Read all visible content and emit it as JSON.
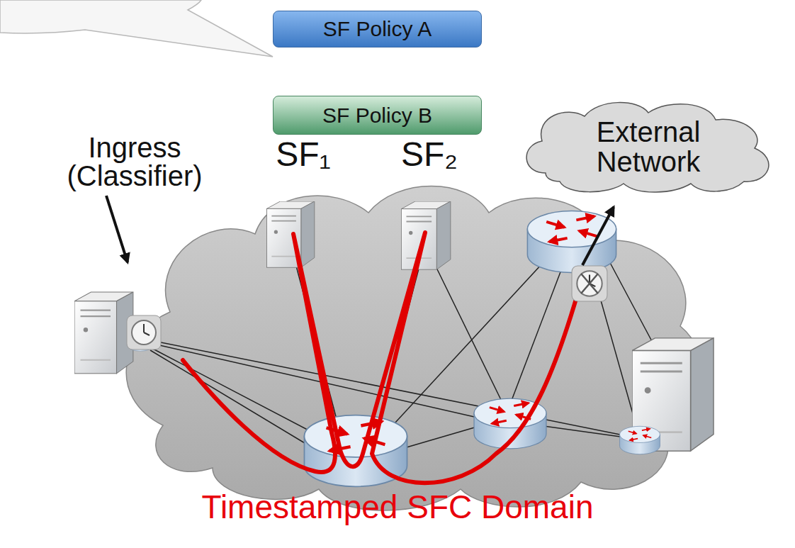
{
  "diagram": {
    "nodes": [
      {
        "text": [
          "SF Policy A"
        ]
      },
      {
        "text": [
          "SF Policy B"
        ]
      },
      {
        "text": [
          "External Network"
        ]
      }
    ],
    "labels": [
      "Ingress (Classifier)",
      "SF₁",
      "SF₂",
      "Timestamped SFC Domain"
    ]
  }
}
